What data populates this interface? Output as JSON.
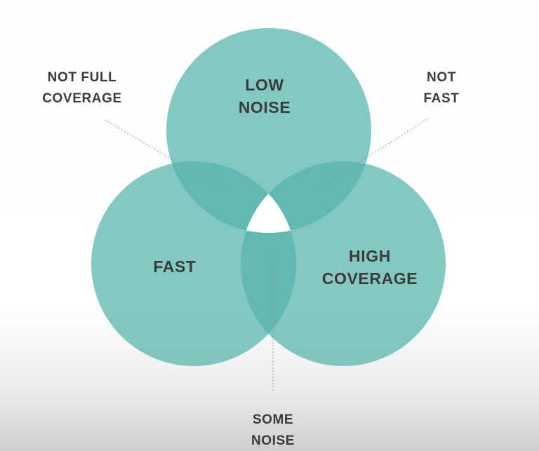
{
  "colors": {
    "circle_fill": "#54b3ac",
    "center_gap": "#ffffff",
    "leader_line": "#979797",
    "label_text": "#3b3b3b",
    "background_bottom": "#cfcfcf"
  },
  "circles": {
    "top": {
      "name": "low-noise",
      "label": [
        "LOW",
        "NOISE"
      ]
    },
    "left": {
      "name": "fast",
      "label": [
        "FAST"
      ]
    },
    "right": {
      "name": "high-coverage",
      "label": [
        "HIGH",
        "COVERAGE"
      ]
    }
  },
  "callouts": {
    "not_full_coverage": {
      "label": [
        "NOT FULL",
        "COVERAGE"
      ]
    },
    "not_fast": {
      "label": [
        "NOT",
        "FAST"
      ]
    },
    "some_noise": {
      "label": [
        "SOME",
        "NOISE"
      ]
    }
  }
}
